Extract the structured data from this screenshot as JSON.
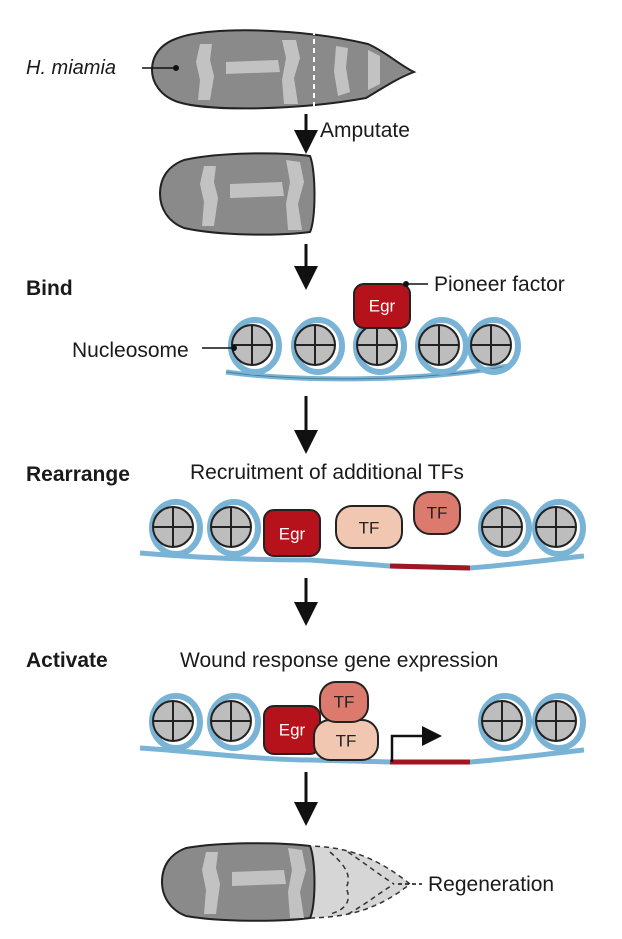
{
  "species": "H. miamia",
  "steps": {
    "amputate": "Amputate",
    "regeneration": "Regeneration"
  },
  "stages": {
    "bind": {
      "title": "Bind",
      "pioneer_label": "Pioneer factor",
      "nucleosome_label": "Nucleosome",
      "egr": "Egr"
    },
    "rearrange": {
      "title": "Rearrange",
      "caption": "Recruitment of additional TFs",
      "egr": "Egr",
      "tf1": "TF",
      "tf2": "TF"
    },
    "activate": {
      "title": "Activate",
      "caption": "Wound response gene expression",
      "egr": "Egr",
      "tf_top": "TF",
      "tf_bottom": "TF"
    }
  },
  "colors": {
    "egr": "#b5121b",
    "tf_light": "#f2c7b2",
    "tf_dark": "#dc7a6e",
    "dna": "#79b4d6",
    "gene": "#a11620",
    "worm_body": "#8a8a8a",
    "worm_band": "#c2c2c2",
    "nucleosome": "#bdbdbd"
  }
}
